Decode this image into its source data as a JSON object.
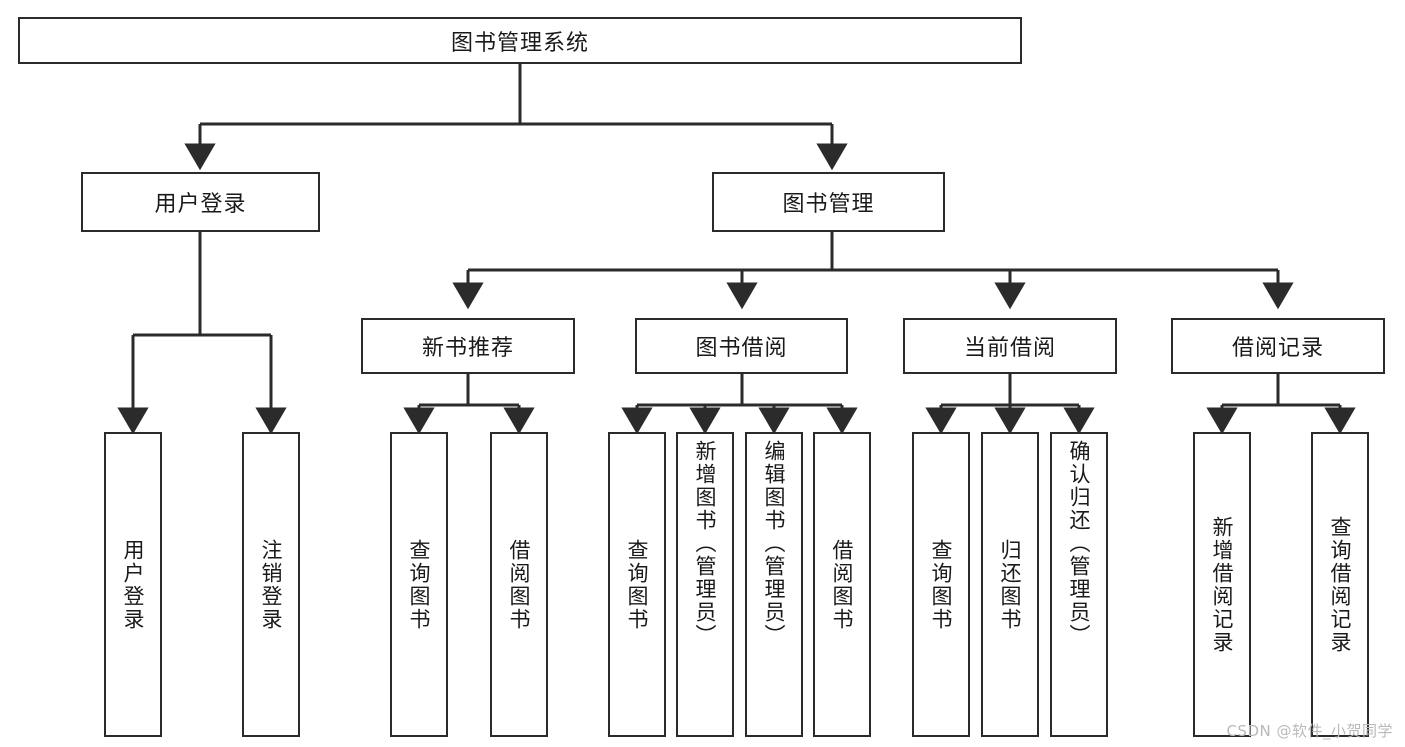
{
  "diagram": {
    "type": "tree",
    "title": "图书管理系统",
    "root": {
      "label": "图书管理系统"
    },
    "level1": [
      {
        "label": "用户登录"
      },
      {
        "label": "图书管理"
      }
    ],
    "level2": [
      {
        "label": "新书推荐",
        "parent": "图书管理"
      },
      {
        "label": "图书借阅",
        "parent": "图书管理"
      },
      {
        "label": "当前借阅",
        "parent": "图书管理"
      },
      {
        "label": "借阅记录",
        "parent": "图书管理"
      }
    ],
    "leaves": {
      "user_login": [
        {
          "label": "用户登录"
        },
        {
          "label": "注销登录"
        }
      ],
      "new_book_recommend": [
        {
          "label": "查询图书"
        },
        {
          "label": "借阅图书"
        }
      ],
      "book_borrow": [
        {
          "label": "查询图书"
        },
        {
          "label": "新增图书（管理员）"
        },
        {
          "label": "编辑图书（管理员）"
        },
        {
          "label": "借阅图书"
        }
      ],
      "current_borrow": [
        {
          "label": "查询图书"
        },
        {
          "label": "归还图书"
        },
        {
          "label": "确认归还（管理员）"
        }
      ],
      "borrow_record": [
        {
          "label": "新增借阅记录"
        },
        {
          "label": "查询借阅记录"
        }
      ]
    }
  },
  "watermark": {
    "text": "CSDN @软件_小贺同学"
  },
  "colors": {
    "stroke": "#2b2b2b",
    "background": "#ffffff",
    "text": "#1a1a1a",
    "watermark": "#b9b9b9"
  }
}
